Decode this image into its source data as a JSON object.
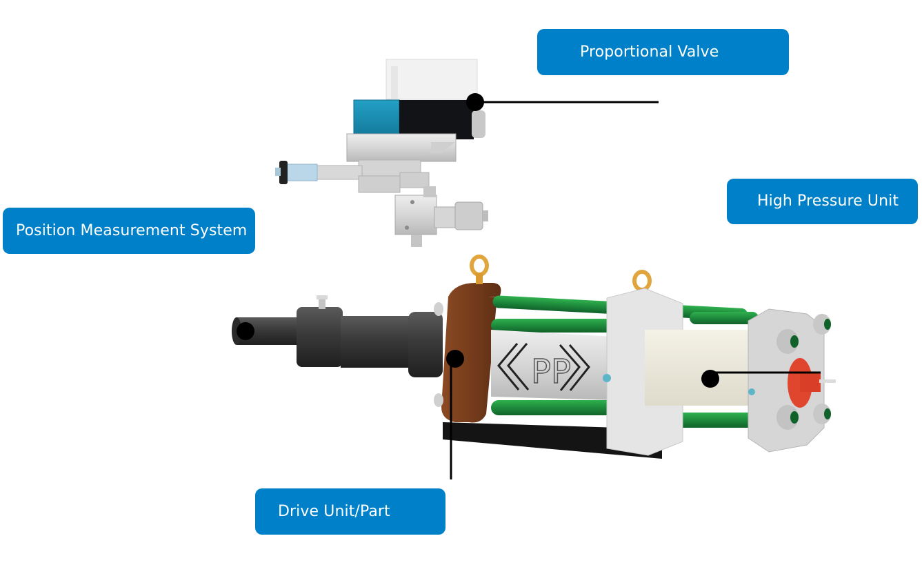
{
  "diagram": {
    "type": "labeled-component-diagram",
    "subject": "hydraulic high pressure actuator assembly",
    "colors": {
      "label_bg": "#0080c8",
      "label_text": "#ffffff",
      "callout": "#000000",
      "tie_rods": "#1e8a3c",
      "drive_flange": "#7a3f1e",
      "eye_bolts": "#e0a53c",
      "valve_coil_blue": "#1890b8",
      "end_fitting_red": "#e0452e"
    },
    "labels": [
      {
        "id": "proportional-valve",
        "text": "Proportional Valve"
      },
      {
        "id": "position-measurement-system",
        "text": "Position Measurement System"
      },
      {
        "id": "high-pressure-unit",
        "text": "High Pressure Unit"
      },
      {
        "id": "drive-unit-part",
        "text": "Drive Unit/Part"
      }
    ],
    "logo_text": "PP"
  }
}
